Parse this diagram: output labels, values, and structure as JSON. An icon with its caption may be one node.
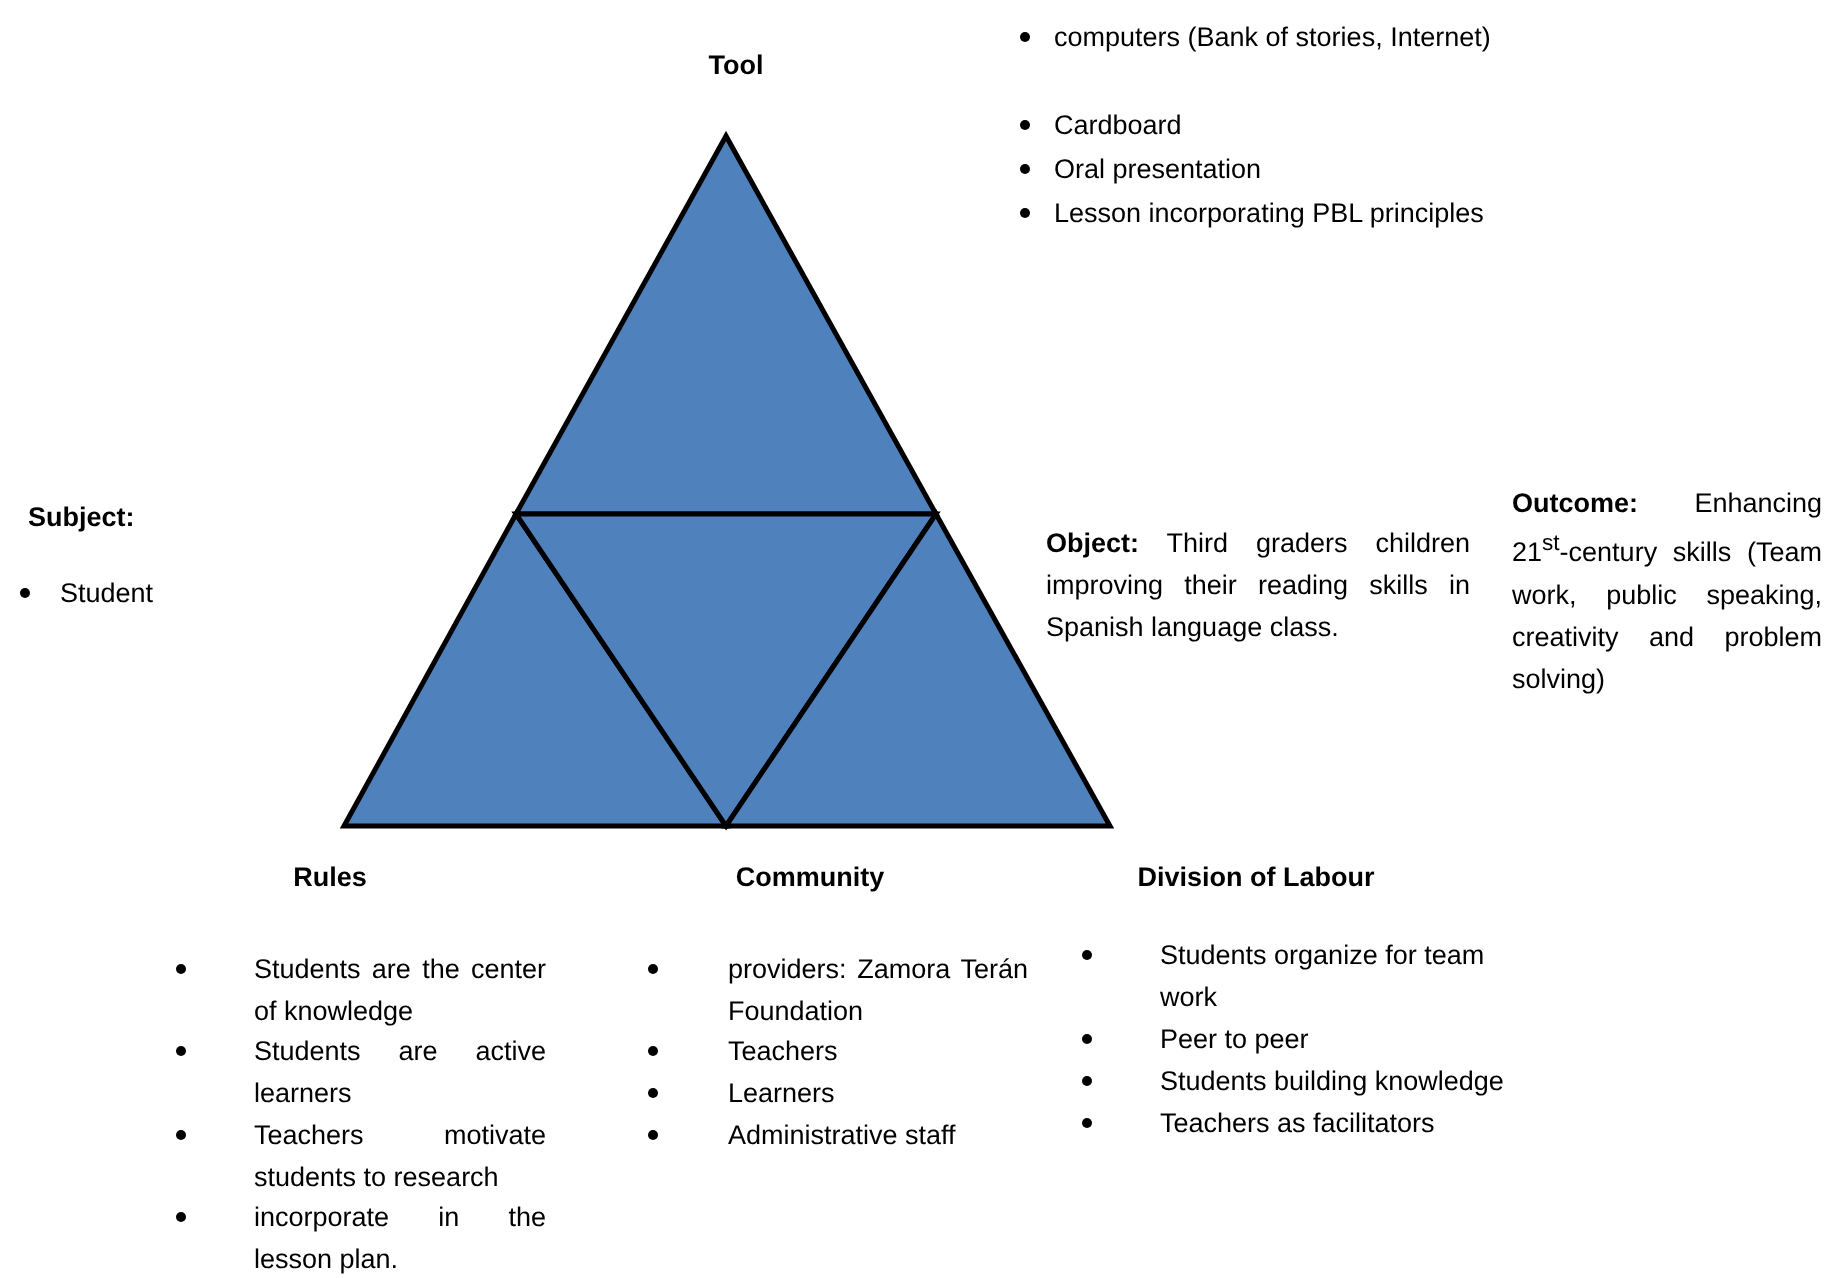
{
  "diagram": {
    "labels": [
      "computers (Bank of stories, Internet)",
      "Cardboard",
      "Oral presentation",
      "Lesson incorporating PBL principles",
      "Tool",
      "Subject:",
      "**Outcome:** Enhancing 21$^{st}$-century skills (Team work, public speaking, creativity and problem solving)",
      "**Object:** Third graders children improving their reading skills in Spanish language class.",
      "Student",
      "Rules",
      "Community",
      "Division of Labour",
      "Students are the center of knowledge",
      "Students are active learners",
      "Teachers motivate students to research",
      "incorporate in the lesson plan.",
      "providers: Zamora Terán Foundation",
      "Teachers",
      "Learners",
      "Administrative staff",
      "Students organize for team work",
      "Peer to peer",
      "Students building knowledge",
      "Teachers as facilitators"
    ]
  }
}
